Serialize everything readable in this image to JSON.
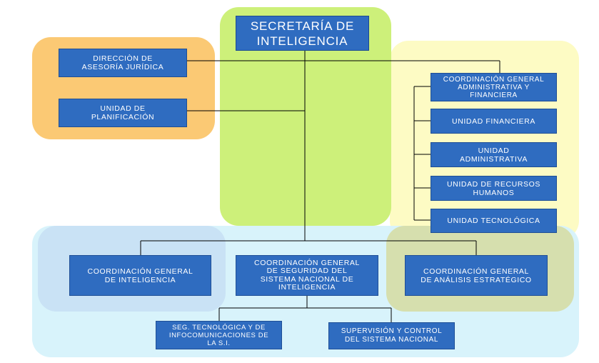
{
  "diagram": {
    "nodes": {
      "secretaria": "SECRETARÍA DE\nINTELIGENCIA",
      "asesoria": "DIRECCIÒN DE\nASESORÍA JURÍDICA",
      "planificacion": "UNIDAD DE\nPLANIFICACIÓN",
      "coord_admin": "COORDINACIÓN GENERAL\nADMINISTRATIVA Y\nFINANCIERA",
      "financiera": "UNIDAD FINANCIERA",
      "administrativa": "UNIDAD\nADMINISTRATIVA",
      "rrhh": "UNIDAD DE RECURSOS\nHUMANOS",
      "tecnologica": "UNIDAD TECNOLÓGICA",
      "coord_inteligencia": "COORDINACIÓN GENERAL\nDE INTELIGENCIA",
      "coord_seguridad": "COORDINACIÓN GENERAL\nDE SEGURIDAD DEL\nSISTEMA NACIONAL DE\nINTELIGENCIA",
      "coord_analisis": "COORDINACIÓN GENERAL\nDE ANÁLISIS ESTRATÉGICO",
      "seg_tecnologica": "SEG. TECNOLÓGICA Y DE\nINFOCOMUNICACIONES DE\nLA S.I.",
      "supervision": "SUPERVISIÓN Y CONTROL\nDEL SISTEMA NACIONAL"
    },
    "colors": {
      "box": "#2f6cc0",
      "box_text": "#ffffff",
      "line": "#000000",
      "region_orange": "#fbc974",
      "region_green": "#cdf07a",
      "region_yellow": "#fdfbc4",
      "region_blue": "#d8f3fb",
      "region_inner_blue": "#c9e2f5",
      "region_olive": "#d6dfae"
    }
  }
}
